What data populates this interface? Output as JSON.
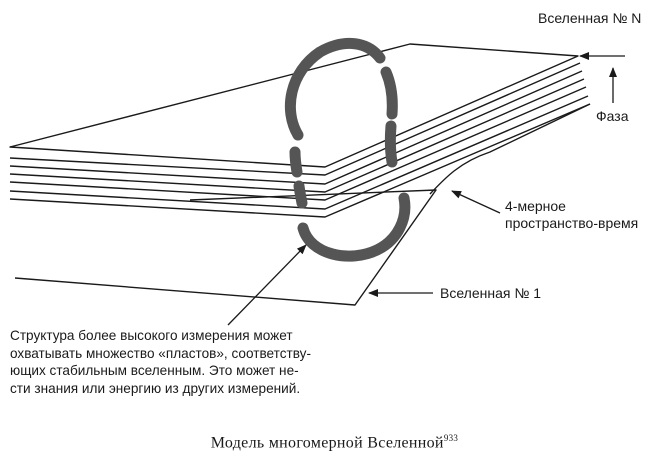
{
  "labels": {
    "universe_n": "Вселенная № N",
    "phase": "Фаза",
    "spacetime_line1": "4-мерное",
    "spacetime_line2": "пространство-время",
    "universe_1": "Вселенная № 1"
  },
  "description_lines": [
    "Структура более высокого измерения может",
    "охватывать множество «пластов», соответству-",
    "ющих стабильным вселенным. Это может не-",
    "сти знания или энергию из других измерений."
  ],
  "caption": {
    "text": "Модель многомерной Вселенной",
    "footnote": "933"
  }
}
